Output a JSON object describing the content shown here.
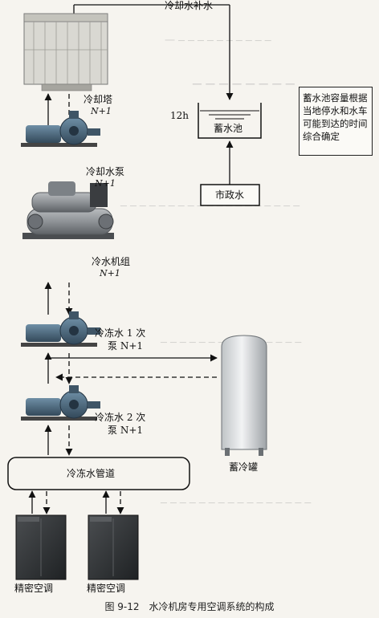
{
  "labels": {
    "makeup_water": "冷却水补水",
    "cooling_tower": "冷却塔",
    "cooling_tower_n": "N+1",
    "cooling_pump": "冷却水泵",
    "cooling_pump_n": "N+1",
    "chiller": "冷水机组",
    "chiller_n": "N+1",
    "chw_pump1_a": "冷冻水 1 次",
    "chw_pump1_b": "泵 N+1",
    "chw_pump2_a": "冷冻水 2 次",
    "chw_pump2_b": "泵 N+1",
    "storage_tank": "蓄冷罐",
    "pipeline": "冷冻水管道",
    "precision_ac_1": "精密空调",
    "precision_ac_2": "精密空调",
    "reservoir": "蓄水池",
    "reservoir_time": "12h",
    "municipal_water": "市政水"
  },
  "note": {
    "lines": [
      "蓄水池容量根据",
      "当地停水和水车",
      "可能到达的时间",
      "综合确定"
    ]
  },
  "caption": "图 9-12　水冷机房专用空调系统的构成"
}
